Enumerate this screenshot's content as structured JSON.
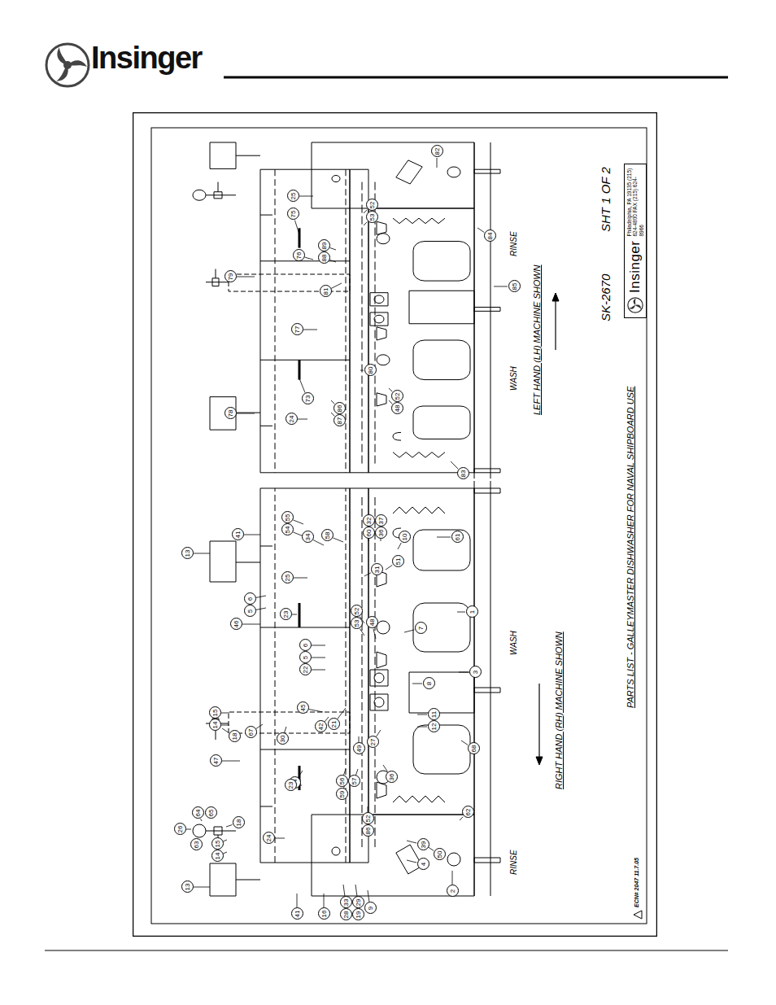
{
  "diagram": {
    "title": "PARTS LIST - GALLEYMASTER DISHWASHER FOR NAVAL SHIPBOARD USE",
    "nodes": [
      {
        "text": [
          "Insinger",
          "Philadelphia, PA 19135 (215) 624-4800 FAX (215) 624-8966"
        ]
      }
    ],
    "labels": [
      "Insinger",
      "SK-2670",
      "SHT 1 OF 2",
      "ECN# 2047 11.7.05",
      "RINSE",
      "WASH",
      "RIGHT HAND (RH) MACHINE SHOWN",
      "WASH",
      "RINSE",
      "LEFT HAND (LH) MACHINE SHOWN",
      "13",
      "41",
      "46",
      "5",
      "6",
      "25",
      "23",
      "22",
      "5",
      "6",
      "45",
      "42",
      "14",
      "15",
      "18",
      "47",
      "67",
      "30",
      "44",
      "21",
      "54",
      "55",
      "34",
      "58",
      "32",
      "60",
      "37",
      "36",
      "31",
      "51",
      "10",
      "61",
      "1",
      "7",
      "52",
      "53",
      "48",
      "3",
      "8",
      "11",
      "12",
      "68",
      "27",
      "49",
      "36",
      "59",
      "56",
      "57",
      "23",
      "24",
      "62",
      "39",
      "4",
      "52",
      "86",
      "50",
      "2",
      "28",
      "33",
      "19",
      "29",
      "9",
      "16",
      "41",
      "13",
      "26",
      "63",
      "64",
      "65",
      "14",
      "15",
      "18",
      "82",
      "25",
      "75",
      "52",
      "53",
      "88",
      "89",
      "79",
      "76",
      "81",
      "77",
      "80",
      "78",
      "73",
      "24",
      "87",
      "86",
      "52",
      "48",
      "84",
      "85",
      "83"
    ]
  }
}
